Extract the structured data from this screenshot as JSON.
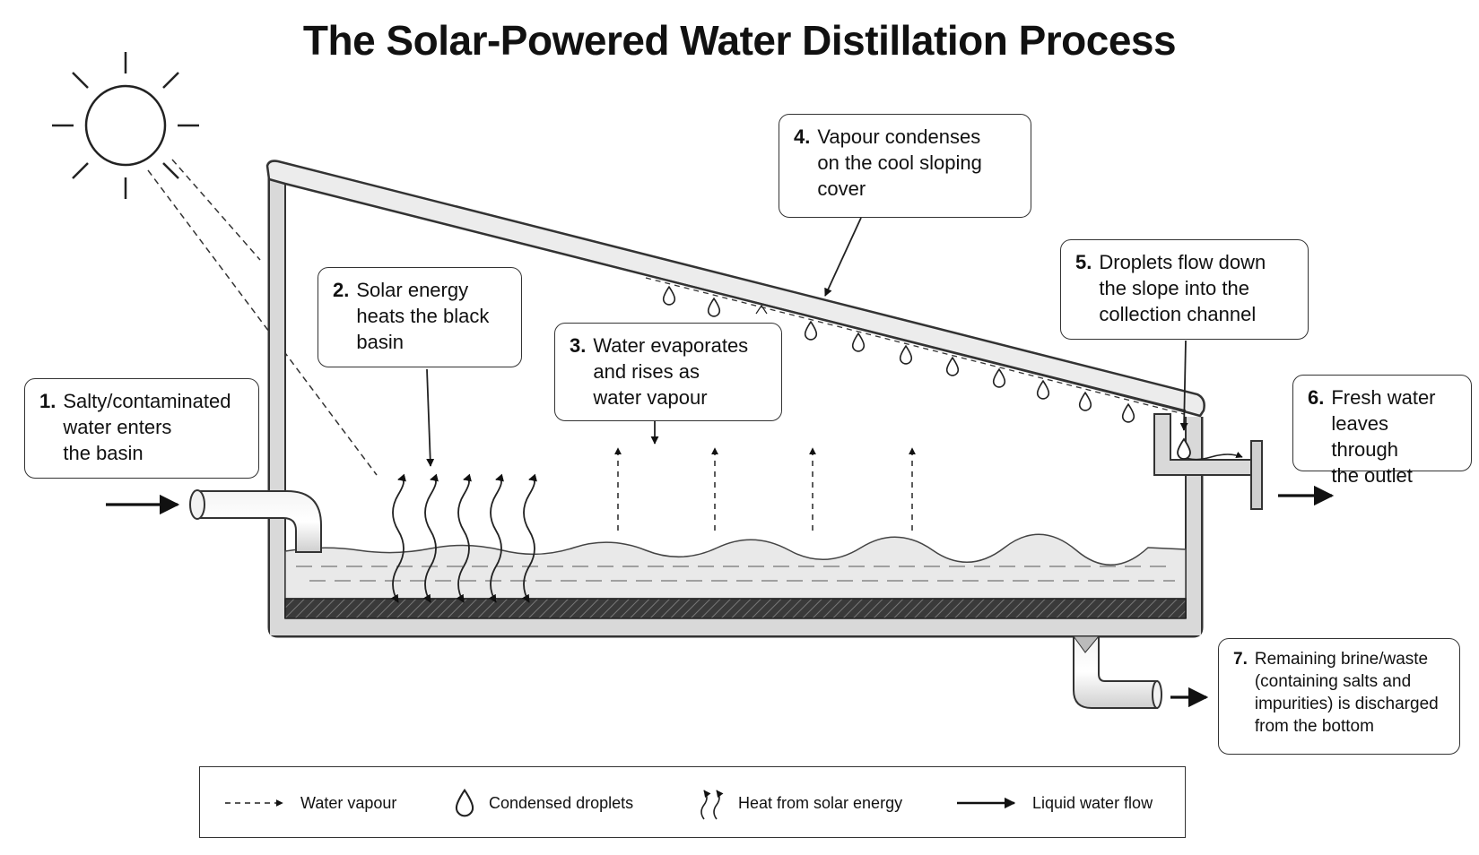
{
  "title": "The Solar-Powered Water Distillation Process",
  "callouts": [
    {
      "num": "1.",
      "text": "Salty/contaminated\nwater enters\nthe basin"
    },
    {
      "num": "2.",
      "text": "Solar energy\nheats the black\nbasin"
    },
    {
      "num": "3.",
      "text": "Water evaporates\nand rises as\nwater vapour"
    },
    {
      "num": "4.",
      "text": "Vapour condenses\non the cool sloping\ncover"
    },
    {
      "num": "5.",
      "text": "Droplets flow down\nthe slope into the\ncollection channel"
    },
    {
      "num": "6.",
      "text": "Fresh water\nleaves through\nthe outlet"
    },
    {
      "num": "7.",
      "text": "Remaining brine/waste\n(containing salts and\nimpurities) is discharged\nfrom the bottom"
    }
  ],
  "legend": {
    "water_vapour": "Water vapour",
    "condensed_droplets": "Condensed droplets",
    "heat": "Heat from solar energy",
    "liquid_flow": "Liquid water flow"
  },
  "icons": [
    "sun-icon",
    "droplet-icon",
    "heat-wave-icon",
    "arrow-icon",
    "dashed-arrow-icon"
  ],
  "colors": {
    "line": "#333333",
    "water": "#e6e6e6",
    "basin": "#4a4a4a",
    "frame": "#d9d9d9"
  }
}
